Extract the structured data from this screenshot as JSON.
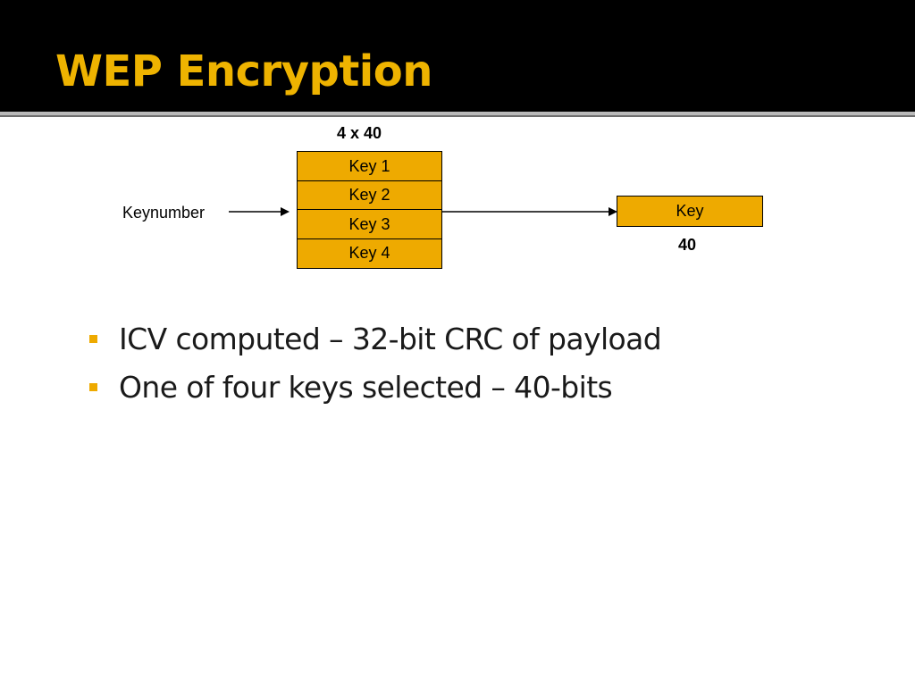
{
  "slide": {
    "title": "WEP Encryption",
    "colors": {
      "accent": "#eeaa00",
      "title": "#eeb300",
      "header_bg": "#000000"
    }
  },
  "diagram": {
    "stack_label": "4 x 40",
    "input_label": "Keynumber",
    "keys": [
      "Key 1",
      "Key 2",
      "Key 3",
      "Key 4"
    ],
    "output_label": "Key",
    "output_size": "40"
  },
  "bullets": [
    "ICV computed – 32-bit CRC of payload",
    "One of four keys selected – 40-bits"
  ]
}
